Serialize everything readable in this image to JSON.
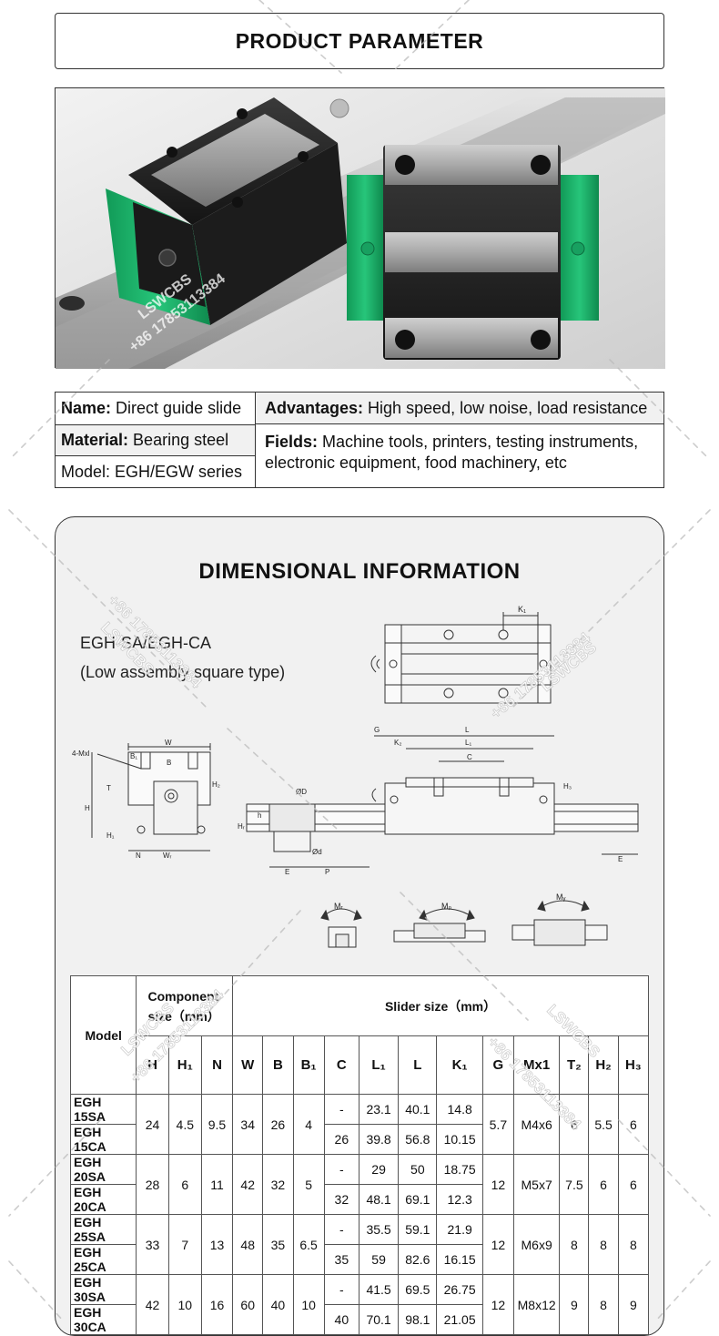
{
  "header": {
    "title": "PRODUCT PARAMETER"
  },
  "photo": {
    "watermark_brand": "LSWCBS",
    "watermark_phone": "+86 17853113384"
  },
  "info": {
    "name_label": "Name:",
    "name_value": "Direct guide slide",
    "material_label": "Material:",
    "material_value": "Bearing steel",
    "model_label": "Model: EGH/EGW series",
    "advantages_label": "Advantages:",
    "advantages_value": "High speed, low noise, load resistance",
    "fields_label": "Fields:",
    "fields_value": "Machine tools, printers, testing instruments, electronic equipment, food machinery, etc"
  },
  "dimensional": {
    "title": "DIMENSIONAL INFORMATION",
    "series": "EGH-SA/EGH-CA",
    "series_note": "(Low assembly square type)",
    "diagram_labels": {
      "k1": "K₁",
      "g": "G",
      "k2": "K₂",
      "l": "L",
      "l1": "L₁",
      "c": "C",
      "h3": "H₃",
      "mxl": "4-Mxl",
      "w": "W",
      "b1": "B₁",
      "b": "B",
      "t": "T",
      "h2": "H₂",
      "h": "H",
      "h1": "H₁",
      "n": "N",
      "wr": "Wᵣ",
      "od": "ØD",
      "h_small": "h",
      "hr": "Hᵣ",
      "od_small": "Ød",
      "e": "E",
      "p": "P",
      "mr": "Mᵣ",
      "mp": "Mₚ",
      "my": "Mᵧ"
    }
  },
  "spec_table": {
    "model_header": "Model",
    "component_header": "Component size（mm）",
    "slider_header": "Slider size（mm）",
    "columns": [
      "H",
      "H₁",
      "N",
      "W",
      "B",
      "B₁",
      "C",
      "L₁",
      "L",
      "K₁",
      "G",
      "Mx1",
      "T₂",
      "H₂",
      "H₃"
    ],
    "groups": [
      {
        "rows": [
          {
            "model": "EGH 15SA",
            "C": "-",
            "L1": "23.1",
            "L": "40.1",
            "K1": "14.8"
          },
          {
            "model": "EGH 15CA",
            "C": "26",
            "L1": "39.8",
            "L": "56.8",
            "K1": "10.15"
          }
        ],
        "H": "24",
        "H1": "4.5",
        "N": "9.5",
        "W": "34",
        "B": "26",
        "B1": "4",
        "G": "5.7",
        "Mx1": "M4x6",
        "T2": "6",
        "H2": "5.5",
        "H3": "6"
      },
      {
        "rows": [
          {
            "model": "EGH 20SA",
            "C": "-",
            "L1": "29",
            "L": "50",
            "K1": "18.75"
          },
          {
            "model": "EGH 20CA",
            "C": "32",
            "L1": "48.1",
            "L": "69.1",
            "K1": "12.3"
          }
        ],
        "H": "28",
        "H1": "6",
        "N": "11",
        "W": "42",
        "B": "32",
        "B1": "5",
        "G": "12",
        "Mx1": "M5x7",
        "T2": "7.5",
        "H2": "6",
        "H3": "6"
      },
      {
        "rows": [
          {
            "model": "EGH 25SA",
            "C": "-",
            "L1": "35.5",
            "L": "59.1",
            "K1": "21.9"
          },
          {
            "model": "EGH 25CA",
            "C": "35",
            "L1": "59",
            "L": "82.6",
            "K1": "16.15"
          }
        ],
        "H": "33",
        "H1": "7",
        "N": "13",
        "W": "48",
        "B": "35",
        "B1": "6.5",
        "G": "12",
        "Mx1": "M6x9",
        "T2": "8",
        "H2": "8",
        "H3": "8"
      },
      {
        "rows": [
          {
            "model": "EGH 30SA",
            "C": "-",
            "L1": "41.5",
            "L": "69.5",
            "K1": "26.75"
          },
          {
            "model": "EGH 30CA",
            "C": "40",
            "L1": "70.1",
            "L": "98.1",
            "K1": "21.05"
          }
        ],
        "H": "42",
        "H1": "10",
        "N": "16",
        "W": "60",
        "B": "40",
        "B1": "10",
        "G": "12",
        "Mx1": "M8x12",
        "T2": "9",
        "H2": "8",
        "H3": "9"
      }
    ]
  },
  "colors": {
    "accent_green": "#1fae6a",
    "panel_bg": "#f1f1f1",
    "border": "#333333"
  }
}
